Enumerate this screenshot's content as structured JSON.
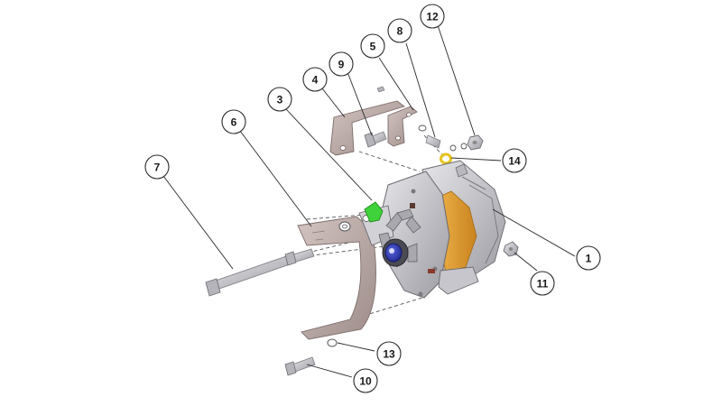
{
  "diagram": {
    "callouts": [
      {
        "label": "1"
      },
      {
        "label": "3"
      },
      {
        "label": "4"
      },
      {
        "label": "5"
      },
      {
        "label": "6"
      },
      {
        "label": "7"
      },
      {
        "label": "8"
      },
      {
        "label": "9"
      },
      {
        "label": "10"
      },
      {
        "label": "11"
      },
      {
        "label": "12"
      },
      {
        "label": "13"
      },
      {
        "label": "14"
      }
    ],
    "colors": {
      "metal": "#c8c8cc",
      "metal_dark": "#8e8e94",
      "bracket": "#b8a7a4",
      "copper": "#e0a23a",
      "hub_blue": "#2a36b8",
      "highlight_green": "#3fd23a",
      "washer_yellow": "#e8c21e"
    }
  }
}
